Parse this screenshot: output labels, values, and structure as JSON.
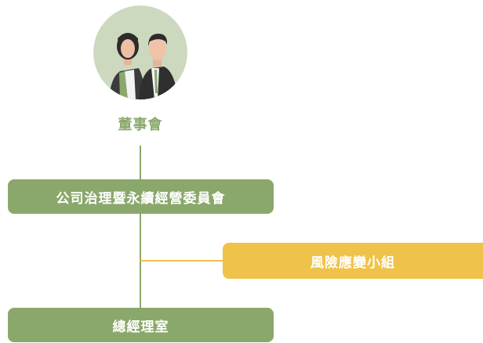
{
  "org_chart": {
    "board": {
      "label": "董事會"
    },
    "committee": {
      "label": "公司治理暨永續經營委員會"
    },
    "risk_team": {
      "label": "風險應變小組"
    },
    "gm_office": {
      "label": "總經理室"
    }
  },
  "colors": {
    "green": "#8aa86b",
    "yellow": "#efc24a",
    "avatar_bg": "#cdd9be"
  },
  "icons": {
    "board_avatar": "two-people-avatar-icon"
  }
}
